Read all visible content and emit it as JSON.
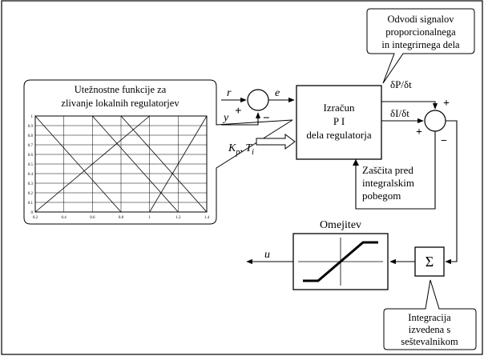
{
  "callouts": {
    "signal_derivatives": [
      "Odvodi signalov",
      "proporcionalnega",
      "in integrirnega dela"
    ],
    "integration": [
      "Integracija",
      "izvedena s",
      "seštevalnikom"
    ]
  },
  "weighting_panel": {
    "title_lines": [
      "Utežnostne funkcije za",
      "zlivanje lokalnih regulatorjev"
    ],
    "y_ticks": [
      "1",
      "0.9",
      "0.8",
      "0.7",
      "0.6",
      "0.5",
      "0.4",
      "0.3",
      "0.2",
      "0.1",
      "0"
    ],
    "x_ticks": [
      "0.2",
      "0.4",
      "0.6",
      "0.8",
      "1",
      "1.2",
      "1.4"
    ]
  },
  "pi_block": [
    "Izračun",
    "P I",
    "dela regulatorja"
  ],
  "antiwindup": [
    "Zaščita pred",
    "integralskim",
    "pobegom"
  ],
  "limiter": "Omejitev",
  "summer": "Σ",
  "signals": {
    "r": "r",
    "y": "y",
    "e": "e",
    "u": "u",
    "dP": "δP/δt",
    "dI": "δI/δt",
    "params_main": "K",
    "params_sub_p": "p",
    "params_sep": ", T",
    "params_sub_i": "i"
  },
  "signs": {
    "sum1_plus": "+",
    "sum1_minus": "−",
    "sum2_plus_top": "+",
    "sum2_plus_left": "+",
    "sum2_minus": "−"
  }
}
